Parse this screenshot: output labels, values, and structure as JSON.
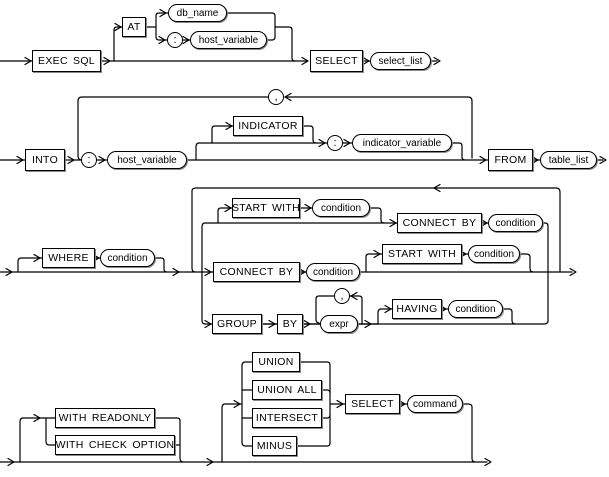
{
  "colors": {
    "line": "#000000",
    "background": "#ffffff",
    "node_border": "#000000",
    "node_shadow": "#8a8a8a"
  },
  "diagram": {
    "row1": {
      "exec_sql": "EXEC SQL",
      "at": "AT",
      "db_name": "db_name",
      "colon_host": ":",
      "host_variable": "host_variable",
      "select": "SELECT",
      "select_list": "select_list"
    },
    "row2": {
      "into": "INTO",
      "loop_comma": ",",
      "colon_host": ":",
      "host_variable": "host_variable",
      "indicator": "INDICATOR",
      "colon_indicator": ":",
      "indicator_variable": "indicator_variable",
      "from": "FROM",
      "table_list": "table_list"
    },
    "row3": {
      "where": "WHERE",
      "where_condition": "condition",
      "start_with_a": "START WITH",
      "start_with_a_condition": "condition",
      "connect_by_a": "CONNECT BY",
      "connect_by_a_condition": "condition",
      "connect_by_b": "CONNECT BY",
      "connect_by_b_condition": "condition",
      "start_with_b": "START WITH",
      "start_with_b_condition": "condition",
      "group": "GROUP",
      "by": "BY",
      "expr_comma": ",",
      "expr": "expr",
      "having": "HAVING",
      "having_condition": "condition"
    },
    "row4": {
      "with_readonly": "WITH READONLY",
      "with_check_option": "WITH CHECK OPTION",
      "union": "UNION",
      "union_all": "UNION ALL",
      "intersect": "INTERSECT",
      "minus": "MINUS",
      "select": "SELECT",
      "command": "command"
    }
  }
}
